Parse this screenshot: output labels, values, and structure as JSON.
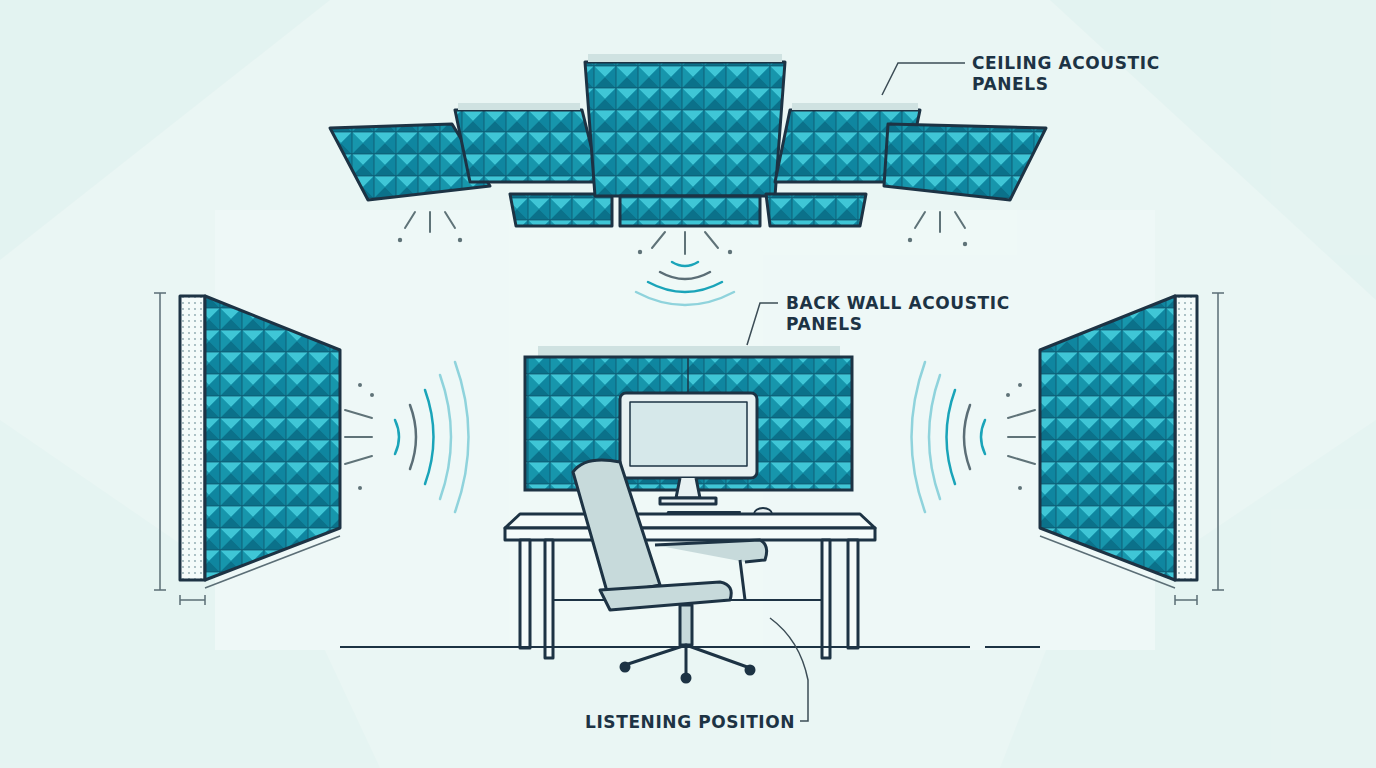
{
  "diagram": {
    "labels": [
      "CEILING ACOUSTIC PANELS",
      "BACK WALL ACOUSTIC PANELS",
      "LISTENING POSITION"
    ]
  }
}
